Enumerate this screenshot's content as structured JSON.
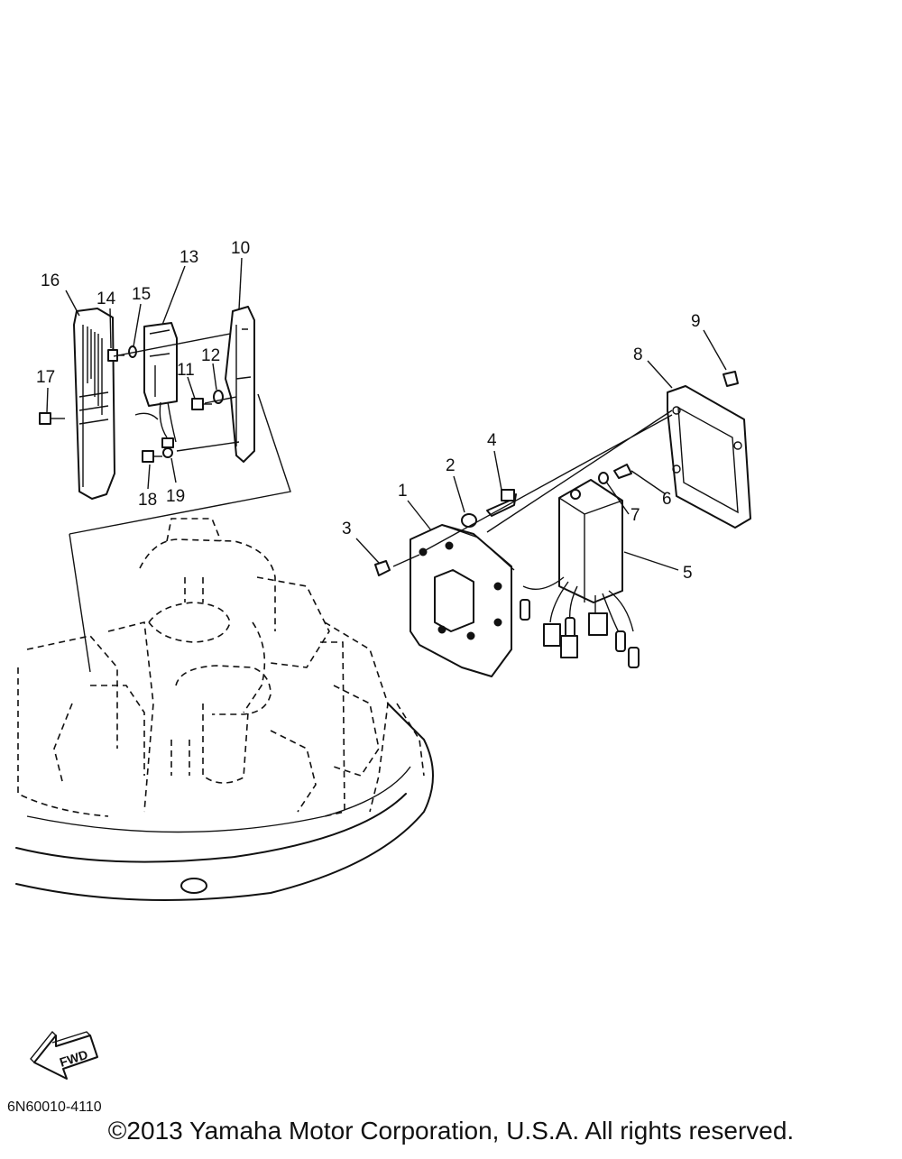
{
  "diagram": {
    "callouts": [
      {
        "number": "1"
      },
      {
        "number": "2"
      },
      {
        "number": "3"
      },
      {
        "number": "4"
      },
      {
        "number": "5"
      },
      {
        "number": "6"
      },
      {
        "number": "7"
      },
      {
        "number": "8"
      },
      {
        "number": "9"
      },
      {
        "number": "10"
      },
      {
        "number": "11"
      },
      {
        "number": "12"
      },
      {
        "number": "13"
      },
      {
        "number": "14"
      },
      {
        "number": "15"
      },
      {
        "number": "16"
      },
      {
        "number": "17"
      },
      {
        "number": "18"
      },
      {
        "number": "19"
      }
    ],
    "direction_arrow_label": "FWD",
    "drawing_code": "6N60010-4110"
  },
  "footer": {
    "copyright": "©2013 Yamaha Motor Corporation, U.S.A. All rights reserved."
  },
  "colors": {
    "ink": "#111111",
    "background": "#ffffff"
  }
}
